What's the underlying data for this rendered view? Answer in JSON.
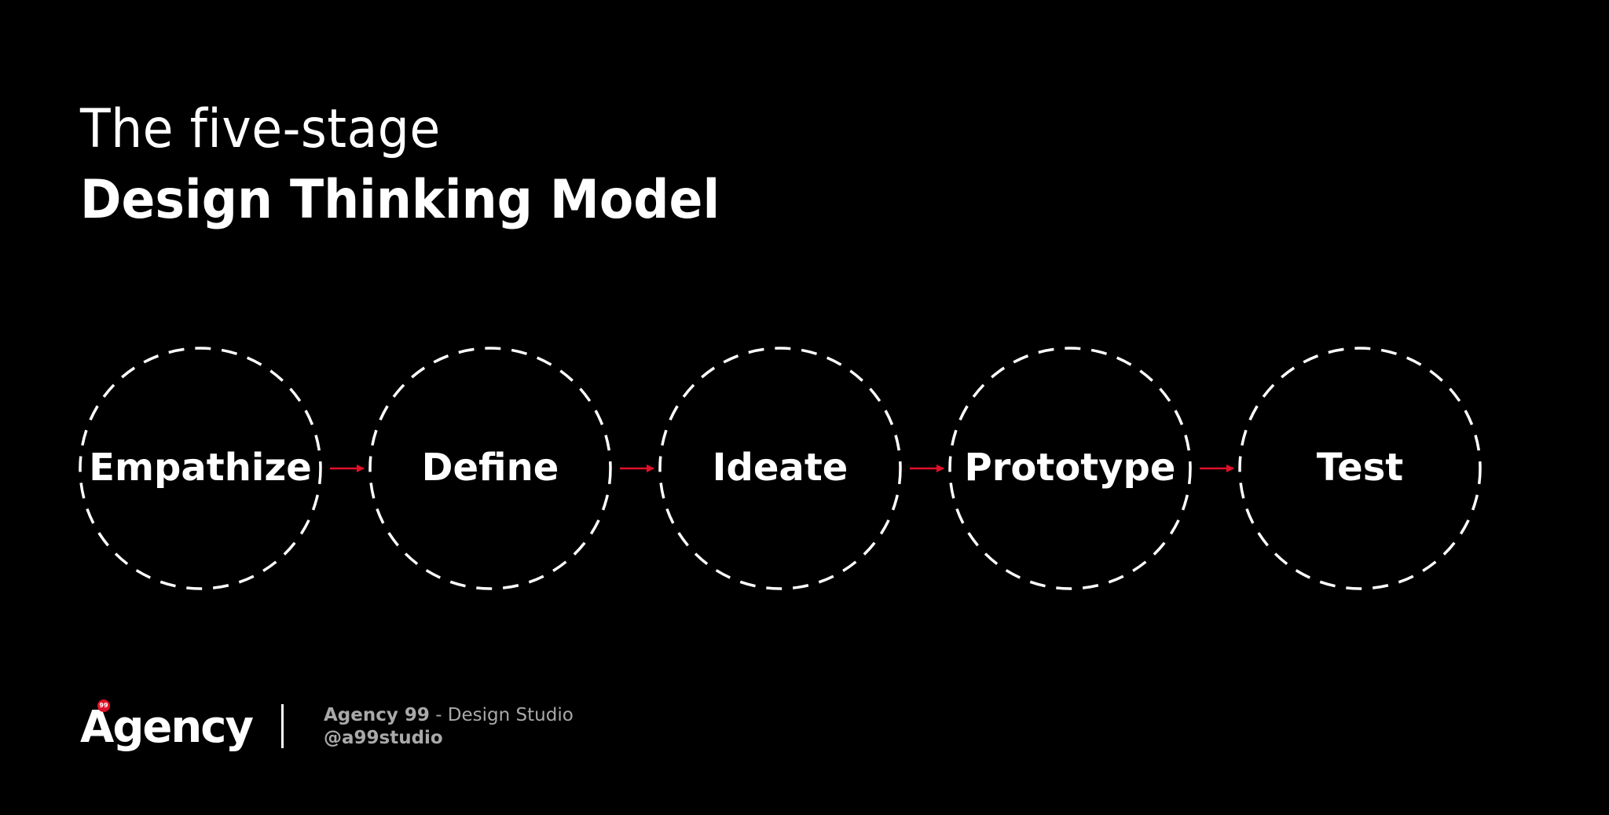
{
  "title": {
    "line1": "The five-stage",
    "line2": "Design Thinking Model"
  },
  "stages": [
    {
      "label": "Empathize"
    },
    {
      "label": "Define"
    },
    {
      "label": "Ideate"
    },
    {
      "label": "Prototype"
    },
    {
      "label": "Test"
    }
  ],
  "footer": {
    "logo_text": "Agency",
    "logo_badge": "99",
    "studio_name": "Agency 99",
    "studio_suffix": " - Design Studio",
    "handle": "@a99studio"
  },
  "colors": {
    "background": "#000000",
    "foreground": "#ffffff",
    "accent": "#e0112b",
    "muted": "#a9a9a9"
  }
}
